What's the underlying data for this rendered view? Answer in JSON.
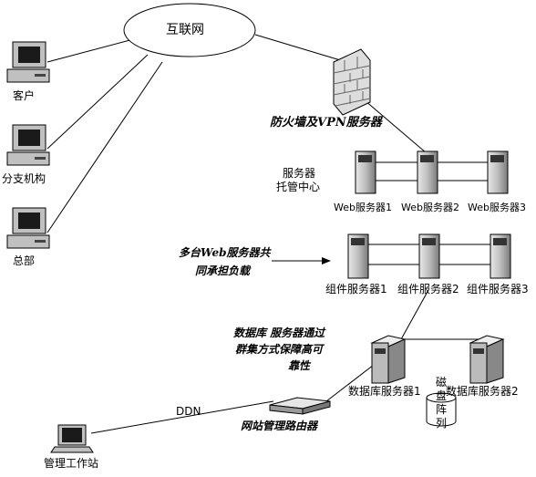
{
  "internet": {
    "label": "互联网"
  },
  "clients": [
    {
      "label": "客户",
      "icon": "desktop-computer-icon"
    },
    {
      "label": "分支机构",
      "icon": "desktop-computer-icon"
    },
    {
      "label": "总部",
      "icon": "desktop-computer-icon"
    }
  ],
  "firewall": {
    "label": "防火墙及VPN服务器",
    "icon": "firewall-icon"
  },
  "hosting_center": {
    "label_line1": "服务器",
    "label_line2": "托管中心"
  },
  "web_servers": [
    {
      "label": "Web服务器1",
      "icon": "tower-server-icon"
    },
    {
      "label": "Web服务器2",
      "icon": "tower-server-icon"
    },
    {
      "label": "Web服务器3",
      "icon": "tower-server-icon"
    }
  ],
  "load_note": {
    "line1": "多台Web服务器共",
    "line2": "同承担负载"
  },
  "component_servers": [
    {
      "label": "组件服务器1",
      "icon": "tower-server-icon"
    },
    {
      "label": "组件服务器2",
      "icon": "tower-server-icon"
    },
    {
      "label": "组件服务器3",
      "icon": "tower-server-icon"
    }
  ],
  "db_note": {
    "line1": "数据库 服务器通过",
    "line2": "群集方式保障高可",
    "line3": "靠性"
  },
  "db_servers": [
    {
      "label": "数据库服务器1",
      "icon": "tower-server-icon"
    },
    {
      "label": "数据库服务器2",
      "icon": "tower-server-icon"
    }
  ],
  "disk_array": {
    "label": "磁盘阵列",
    "icon": "disk-array-icon"
  },
  "ddn": {
    "label": "DDN"
  },
  "router": {
    "label": "网站管理路由器",
    "icon": "router-icon"
  },
  "workstation": {
    "label": "管理工作站",
    "icon": "laptop-icon"
  }
}
